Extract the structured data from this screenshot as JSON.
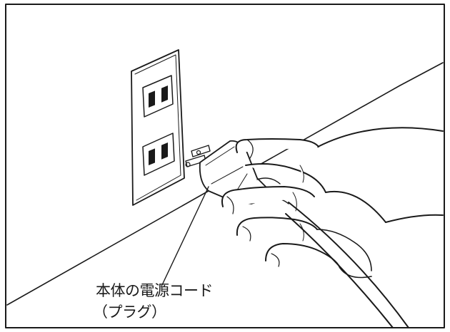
{
  "figure": {
    "callout_label": {
      "line1": "本体の電源コード",
      "line2": "（プラグ）"
    },
    "colors": {
      "ink": "#1a1a1a",
      "paper": "#ffffff"
    },
    "depicted": {
      "outlet": "wall-outlet-two-sockets",
      "plug": "power-plug",
      "hand": "hand-gripping-plug"
    }
  }
}
